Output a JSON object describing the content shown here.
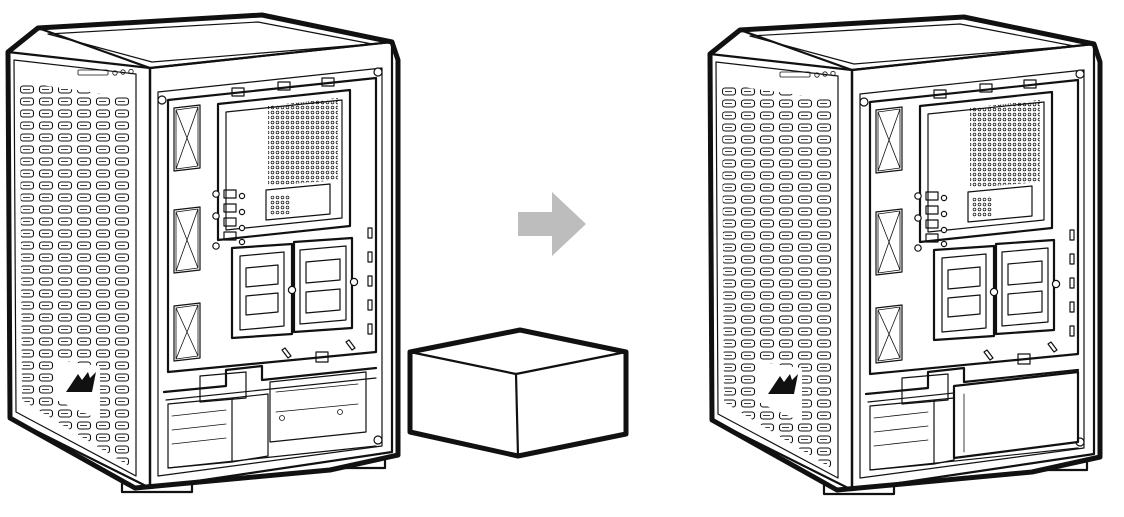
{
  "diagram": {
    "steps": [
      {
        "id": "before",
        "state": "case-without-psu"
      },
      {
        "id": "after",
        "state": "case-with-psu-installed"
      }
    ],
    "arrow": {
      "color": "#bdbdbd",
      "direction": "right"
    },
    "component": "power-supply-unit",
    "colors": {
      "line": "#111111",
      "background": "#ffffff",
      "arrow": "#bdbdbd"
    }
  }
}
